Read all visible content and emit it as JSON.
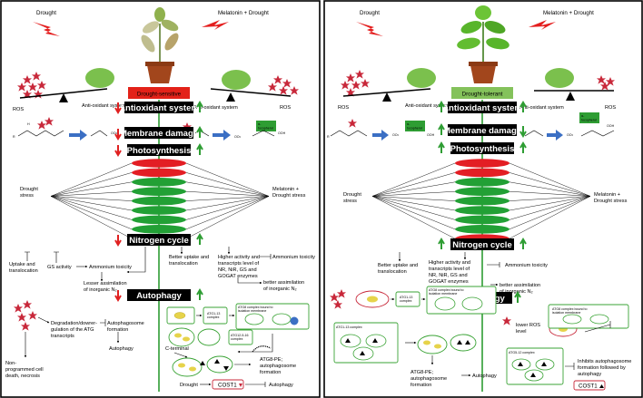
{
  "panels": [
    {
      "id": "left",
      "drought": "Drought",
      "melatonin": "Melatonin + Drought",
      "plant_label": "Drought-sensitive",
      "plant_label_bg": "#e32219",
      "ros": "ROS",
      "antioxidant_small": "Anti-oxidant system",
      "bar_antioxidant": "Antioxidant system",
      "bar_membrane": "Membrane damage",
      "bar_photosynthesis": "Photosynthesis",
      "bar_nitrogen": "Nitrogen cycle",
      "bar_autophagy": "Autophagy",
      "tocopherol": "α-\ntocopherol",
      "drought_stress": "Drought\nstress",
      "melatonin_stress": "Melatonin +\nDrought stress",
      "uptake": "Uptake and\ntranslocation",
      "gs_activity": "GS activity",
      "ammonium_toxicity_1": "Ammonium toxicity",
      "lesser_assim": "Lesser assimilation\nof inorganic N₂",
      "better_uptake": "Better uptake and\ntranslocation",
      "higher_activity": "Higher activity and\ntranscripts level of\nNR, NiR, GS and\nGOGAT enzymes",
      "ammonium_toxicity_2": "Ammonium toxicity",
      "better_assim": "better assimilation\nof inorganic N₂",
      "degradation": "Degradation/dowrer-\ngulation of the ATG\ntranscripts",
      "autophagosome_formation": "Autophagosome\nformation",
      "autophagy_word": "Autophagy",
      "nonprog": "Non-\nprogrammed cell\ndeath, necrosis",
      "c_terminal": "C-terminal",
      "atg8pe": "ATG8-PE;\nautophagosome\nformation",
      "drought_bottom": "Drought",
      "cost1": "COST1",
      "autophagy_bottom": "Autophagy"
    },
    {
      "id": "right",
      "drought": "Drought",
      "melatonin": "Melatonin + Drought",
      "plant_label": "Drought-tolerant",
      "plant_label_bg": "#84c25b",
      "ros": "ROS",
      "antioxidant_small": "Anti-oxidant system",
      "bar_antioxidant": "Antioxidant system",
      "bar_membrane": "Membrane damage",
      "bar_photosynthesis": "Photosynthesis",
      "bar_nitrogen": "Nitrogen cycle",
      "bar_autophagy": "Autophagy",
      "tocopherol": "α-\ntocopherol",
      "drought_stress": "Drought\nstress",
      "melatonin_stress": "Melatonin +\nDrought stress",
      "better_uptake": "Better uptake and\ntranslocation",
      "higher_activity": "Higher activity and\ntranscripts level of\nNR, NiR, GS and\nGOGAT enzymes",
      "ammonium_toxicity": "Ammonium toxicity",
      "better_assim": "better assimilation\nof inorganic N₂",
      "atg8_membrane": "ATG8 complex bound to\nisolation membrane",
      "lower_ros": "lower ROS\nlevel",
      "atg1_complex": "ATG1-13 complex",
      "atg5_complex": "ATG5-12 complex",
      "atg8pe": "ATG8-PE;\nautophagosome\nformation",
      "autophagy_word": "Autophagy",
      "inhibits": "Inhibits autophagosome\nformation followed by\nautophagy",
      "cost1": "COST1"
    }
  ],
  "colors": {
    "up_arrow": "#2e9d33",
    "down_arrow": "#e02020",
    "photosynthesis_red": "#e31e24",
    "photosynthesis_green": "#22a035",
    "lightning": "#e41e1e",
    "ros_cluster": "#c8283a",
    "membrane_arrow": "#3b6fc4",
    "leaf_green": "#7bc04d"
  }
}
